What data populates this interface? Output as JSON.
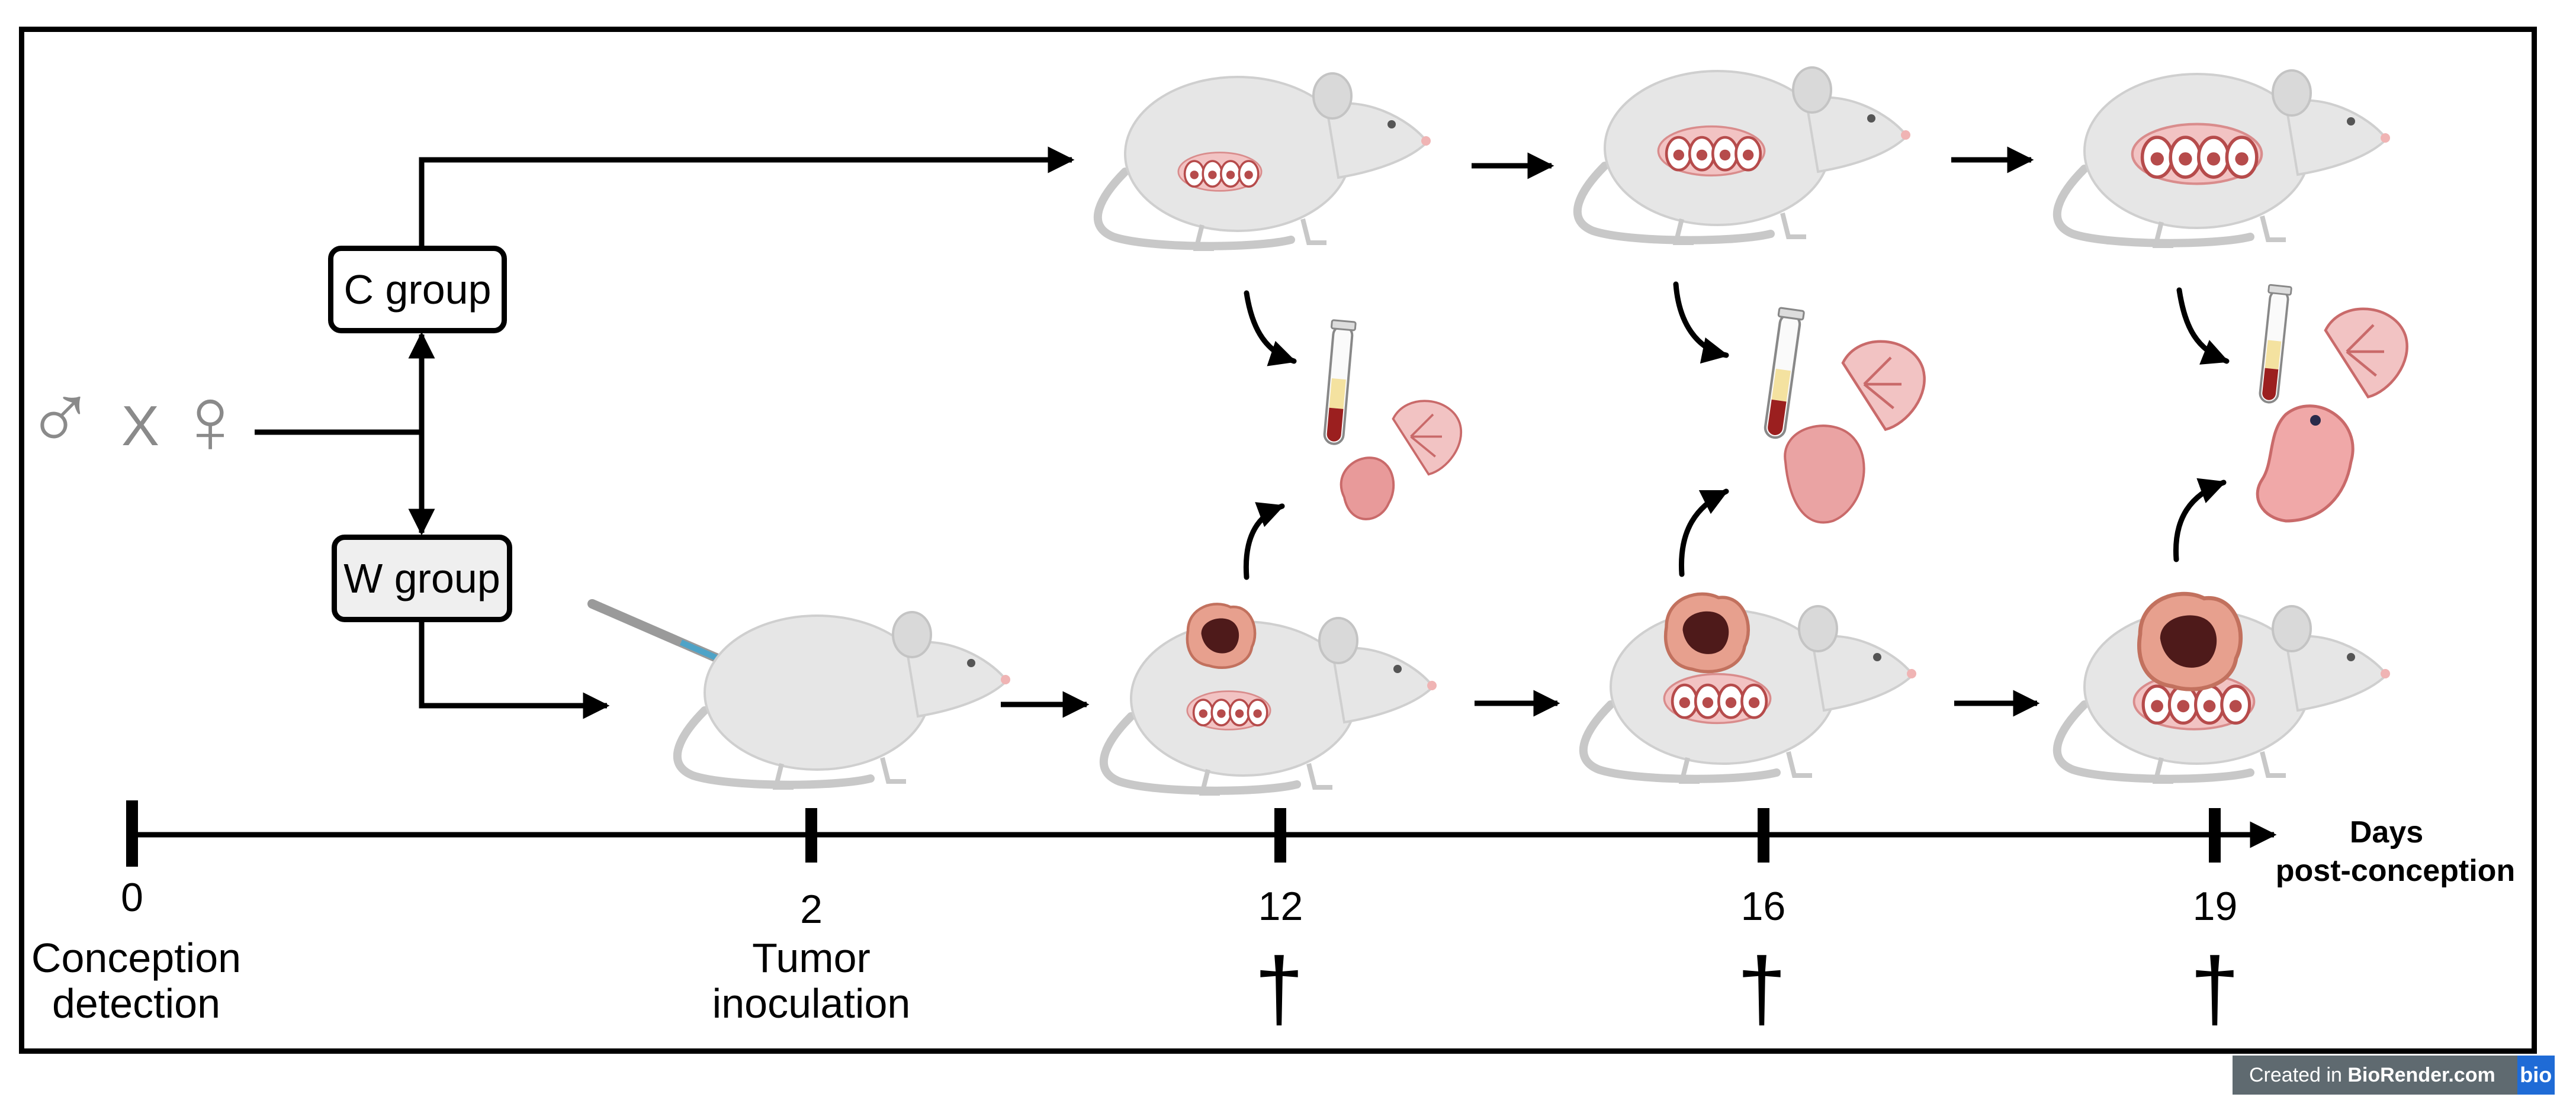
{
  "cross": {
    "male_symbol": "♂",
    "times": "X",
    "female_symbol": "♀"
  },
  "groups": {
    "control": "C group",
    "treated": "W group"
  },
  "timeline": {
    "axis_title_line1": "Days",
    "axis_title_line2": "post-conception",
    "days": [
      {
        "day": "0",
        "event_line1": "Conception",
        "event_line2": "detection",
        "sacrifice": false
      },
      {
        "day": "2",
        "event_line1": "Tumor",
        "event_line2": "inoculation",
        "sacrifice": false
      },
      {
        "day": "12",
        "event_line1": "",
        "event_line2": "",
        "sacrifice": true
      },
      {
        "day": "16",
        "event_line1": "",
        "event_line2": "",
        "sacrifice": true
      },
      {
        "day": "19",
        "event_line1": "",
        "event_line2": "",
        "sacrifice": true
      }
    ],
    "sacrifice_symbol": "†"
  },
  "badge": {
    "prefix": "Created in ",
    "brand": "BioRender.com",
    "logo": "bio"
  },
  "colors": {
    "mouse_body": "#e4e4e4",
    "mouse_outline": "#c8c8c8",
    "uterus": "#f2c3c3",
    "fetus": "#e89a9a",
    "tumor": "#5a1f1f",
    "blood": "#9b1f1f",
    "plasma": "#f4e2a0",
    "placenta": "#e9a3a3",
    "line": "#000000",
    "symbol_gray": "#8a8a8a",
    "badge_bg": "#5f6a70",
    "badge_logo": "#1f6bd6"
  }
}
